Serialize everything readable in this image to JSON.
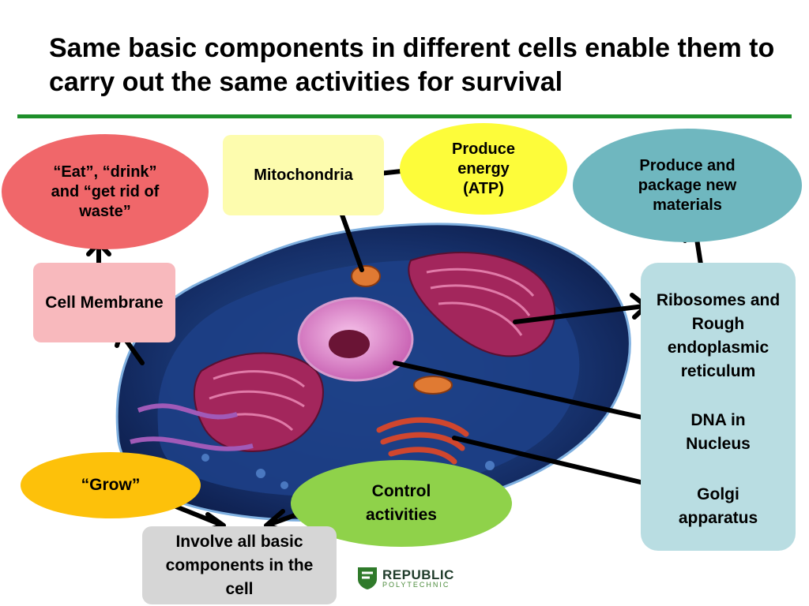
{
  "title": "Same basic components in different cells enable them to carry out the same activities for survival",
  "labels": {
    "eat_drink": "“Eat”, “drink” and “get rid of waste”",
    "cell_membrane": "Cell Membrane",
    "mitochondria": "Mitochondria",
    "produce_energy": "Produce energy (ATP)",
    "produce_package": "Produce and package new materials",
    "ribosomes": "Ribosomes and Rough endoplasmic reticulum",
    "dna": "DNA in Nucleus",
    "golgi": "Golgi apparatus",
    "grow": "“Grow”",
    "control": "Control activities",
    "involve": "Involve all basic components in the cell"
  },
  "logo": {
    "name": "REPUBLIC",
    "sub": "POLYTECHNIC"
  },
  "colors": {
    "rule_green": "#1e8f2a",
    "eat_oval": "#f0676a",
    "membrane_box": "#f8b9bd",
    "mito_box": "#fdfcae",
    "energy_oval": "#fdfc3a",
    "package_oval": "#6fb7bf",
    "right_panel": "#b9dde2",
    "grow_oval": "#fdc10a",
    "control_oval": "#8fd24a",
    "involve_box": "#d6d6d6"
  }
}
